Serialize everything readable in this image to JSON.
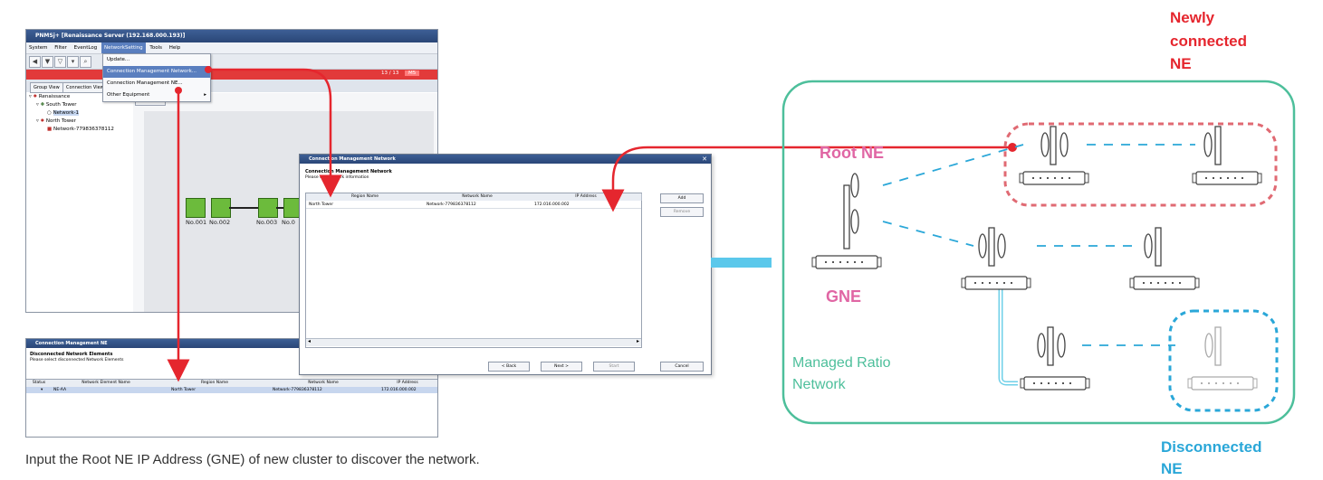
{
  "app": {
    "title": "PNMSj+ [Renaissance Server (192.168.000.193)]",
    "menus": [
      "System",
      "Filter",
      "EventLog",
      "NetworkSetting",
      "Tools",
      "Help"
    ],
    "dropdown": [
      "Update...",
      "Connection Management Network...",
      "Connection Management NE...",
      "Other Equipment"
    ],
    "counter": "13 / 13",
    "counter_tag": "M5",
    "tabs": [
      "Group View",
      "Connection View"
    ],
    "tree": [
      "Renaissance",
      "South Tower",
      "Network-1",
      "North Tower",
      "Network-779836378112"
    ],
    "map_tab": "Network-1",
    "nodes": [
      "No.001",
      "No.002",
      "No.003",
      "No.0"
    ]
  },
  "dialog_network": {
    "title": "Connection Management Network",
    "heading": "Connection Management Network",
    "subheading": "Please set Network information",
    "columns": [
      "Region Name",
      "Network Name",
      "IP Address"
    ],
    "row": [
      "North Tower",
      "Network-779836378112",
      "172.016.000.002"
    ],
    "side_buttons": [
      "Add",
      "Remove"
    ],
    "bottom_buttons": [
      "< Back",
      "Next >",
      "Start",
      "Cancel"
    ]
  },
  "dialog_ne": {
    "title": "Connection Management NE",
    "heading": "Disconnected Network Elements",
    "subheading": "Please select disconnected Network Elements",
    "columns": [
      "Status",
      "Network Element Name",
      "Region Name",
      "Network Name",
      "IP Address"
    ],
    "row": [
      "",
      "NE-AA",
      "North Tower",
      "Network-779836378112",
      "172.016.000.002"
    ]
  },
  "caption": "Input the Root NE IP Address (GNE) of new cluster to discover the network.",
  "diagram": {
    "newly_connected": [
      "Newly",
      "connected",
      "NE"
    ],
    "root_ne": "Root NE",
    "gne": "GNE",
    "managed": [
      "Managed Ratio",
      "Network"
    ],
    "disconnected": [
      "Disconnected",
      "NE"
    ]
  },
  "colors": {
    "red": "#e5262e",
    "pink": "#e066a4",
    "teal": "#4dbf9b",
    "cyan": "#2aa7d8",
    "connector": "#5bc8eb",
    "titlebar": "#2f4d80"
  }
}
